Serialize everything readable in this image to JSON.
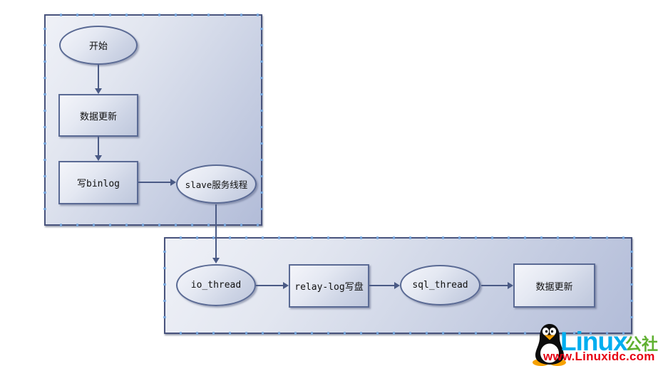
{
  "diagram": {
    "title_hint": "MySQL replication flow",
    "panels": {
      "master": {
        "name": "master-flow-panel",
        "nodes": [
          {
            "id": "start",
            "shape": "ellipse",
            "label": "开始"
          },
          {
            "id": "data-update",
            "shape": "rect",
            "label": "数据更新"
          },
          {
            "id": "write-binlog",
            "shape": "rect",
            "label": "写binlog"
          },
          {
            "id": "slave-service-thread",
            "shape": "ellipse",
            "label": "slave服务线程"
          }
        ]
      },
      "slave": {
        "name": "slave-flow-panel",
        "nodes": [
          {
            "id": "io-thread",
            "shape": "ellipse",
            "label": "io_thread"
          },
          {
            "id": "relay-log-write",
            "shape": "rect",
            "label": "relay-log写盘"
          },
          {
            "id": "sql-thread",
            "shape": "ellipse",
            "label": "sql_thread"
          },
          {
            "id": "data-update-slave",
            "shape": "rect",
            "label": "数据更新"
          }
        ]
      }
    },
    "edges": [
      {
        "from": "开始",
        "to": "数据更新"
      },
      {
        "from": "数据更新",
        "to": "写binlog"
      },
      {
        "from": "写binlog",
        "to": "slave服务线程"
      },
      {
        "from": "slave服务线程",
        "to": "io_thread"
      },
      {
        "from": "io_thread",
        "to": "relay-log写盘"
      },
      {
        "from": "relay-log写盘",
        "to": "sql_thread"
      },
      {
        "from": "sql_thread",
        "to": "数据更新"
      }
    ],
    "colors": {
      "canvas_border": "#49547d",
      "node_border": "#5a6a94",
      "arrow": "#4a5a85",
      "canvas_fill_light": "#eff1f7",
      "canvas_fill_dark": "#b2bcd8"
    }
  },
  "watermark": {
    "brand": "Linux",
    "brand_suffix": "公社",
    "url": "www.Linuxidc.com",
    "brand_color": "#00aeef",
    "suffix_color": "#5fb030",
    "url_color": "#e60012",
    "mascot": "tux-penguin-icon"
  }
}
